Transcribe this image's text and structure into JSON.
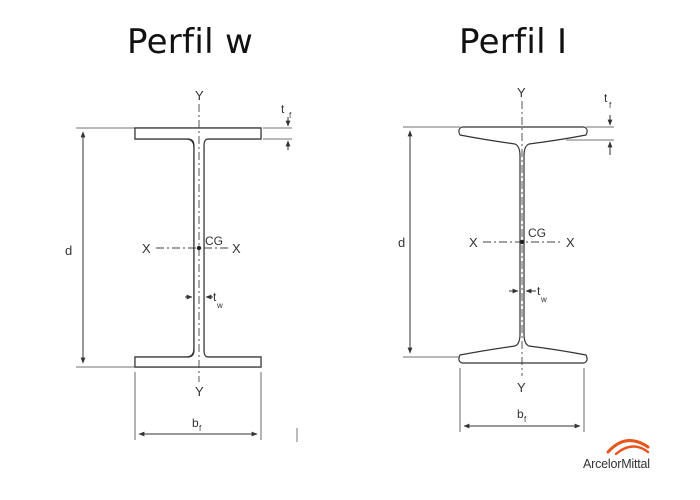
{
  "titles": {
    "perfil_w": "Perfil w",
    "perfil_i": "Perfil I"
  },
  "labels": {
    "y": "Y",
    "x": "X",
    "cg": "CG",
    "d": "d",
    "tf": "t",
    "tf_sub": "f",
    "tw": "t",
    "tw_sub": "w",
    "bf": "b",
    "bf_sub": "f"
  },
  "logo": {
    "text": "ArcelorMittal",
    "accent_color": "#e8541c"
  },
  "colors": {
    "line": "#333333",
    "fill": "#ffffff",
    "title": "#111111"
  }
}
